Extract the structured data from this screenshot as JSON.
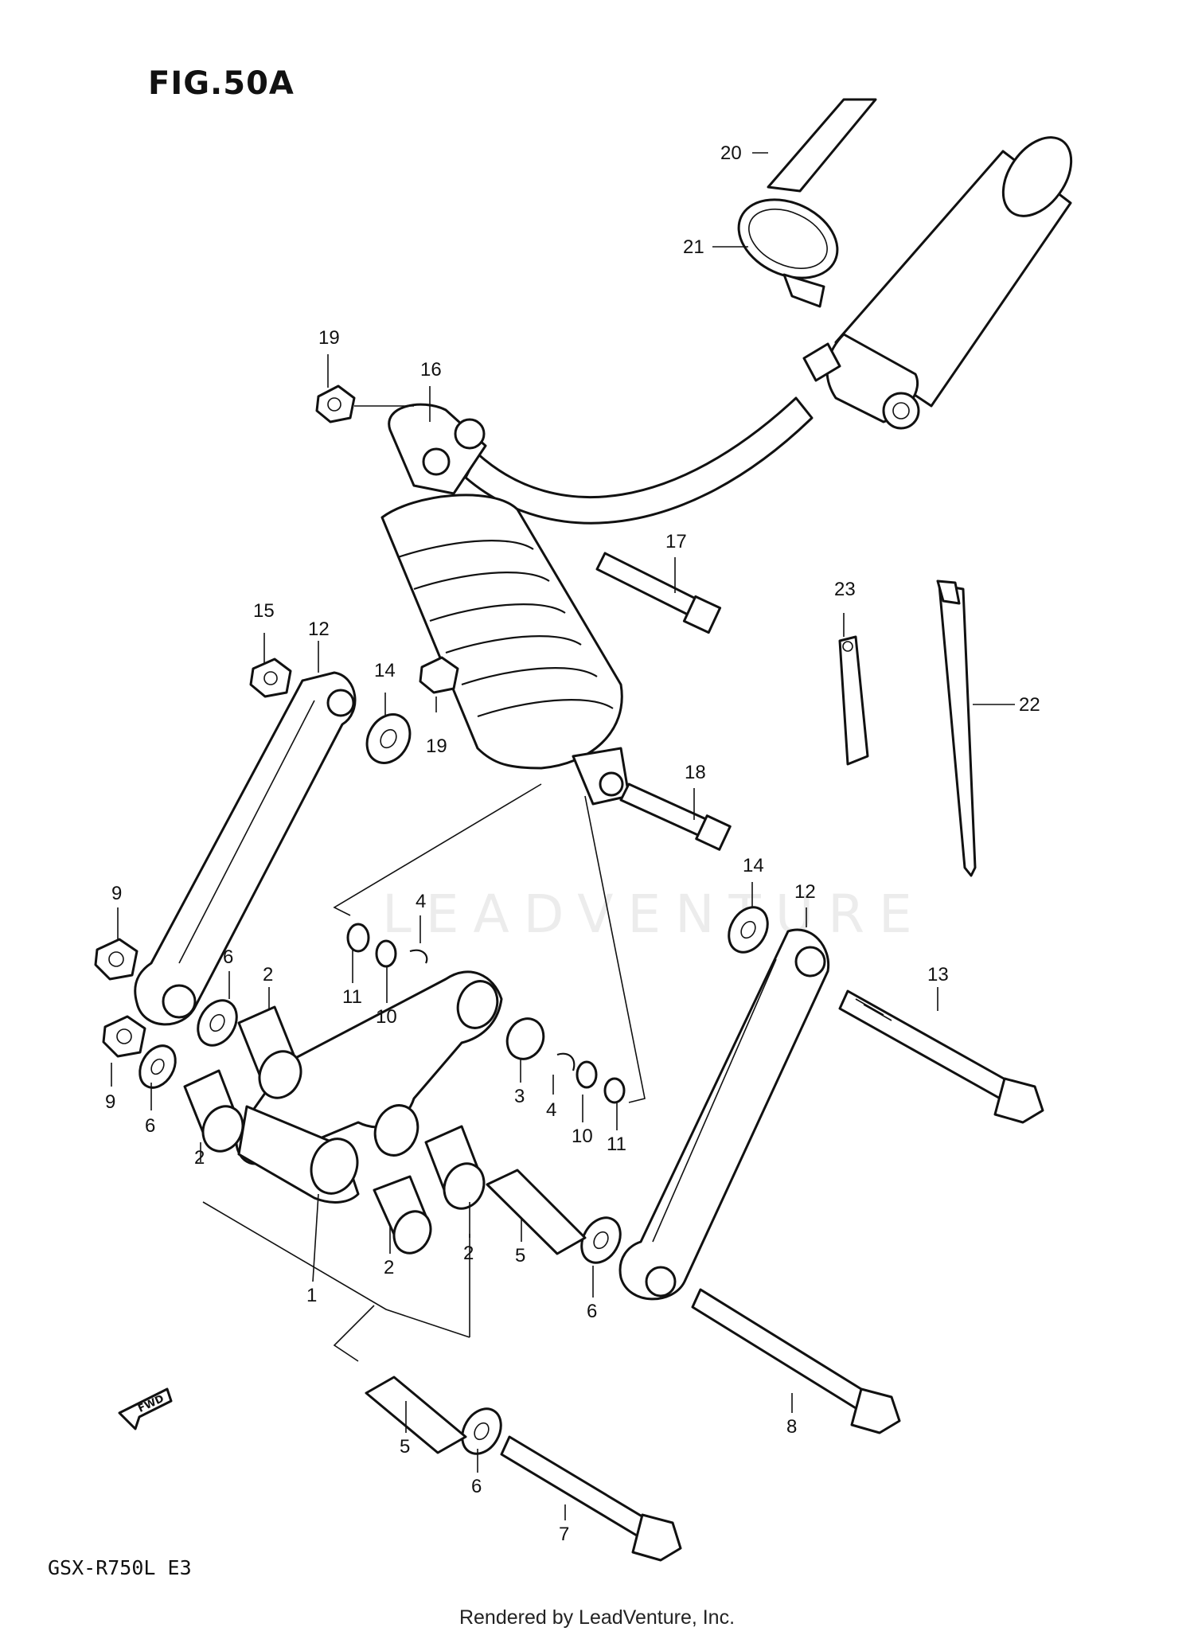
{
  "figure_title": "FIG.50A",
  "model_label": "GSX-R750L E3",
  "footer_text": "Rendered by LeadVenture, Inc.",
  "watermark_text": "LEADVENTURE",
  "fwd_label": "FWD",
  "callouts": [
    "20",
    "21",
    "19",
    "16",
    "17",
    "23",
    "22",
    "15",
    "12",
    "14",
    "19",
    "18",
    "14",
    "12",
    "9",
    "4",
    "6",
    "2",
    "11",
    "10",
    "13",
    "9",
    "6",
    "3",
    "4",
    "10",
    "11",
    "2",
    "2",
    "2",
    "5",
    "1",
    "6",
    "8",
    "5",
    "6",
    "7"
  ]
}
